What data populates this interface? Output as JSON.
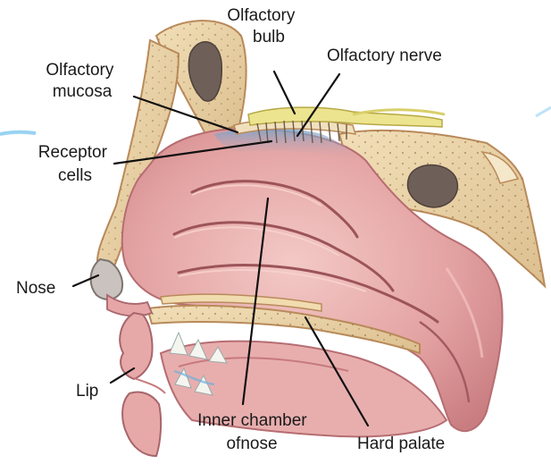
{
  "labels": {
    "olfactory_bulb": [
      "Olfactory",
      "bulb"
    ],
    "olfactory_nerve": "Olfactory nerve",
    "olfactory_mucosa": [
      "Olfactory",
      "mucosa"
    ],
    "receptor_cells": [
      "Receptor",
      "cells"
    ],
    "nose": "Nose",
    "lip": "Lip",
    "inner_chamber": [
      "Inner chamber",
      "ofnose"
    ],
    "hard_palate": "Hard palate"
  },
  "colors": {
    "bone": "#ead2a6",
    "bone_edge": "#b98a5a",
    "bone_spots": "#8a6a45",
    "tissue": "#e3a2a2",
    "tissue_dark": "#c77a7d",
    "tissue_light": "#f2c4c2",
    "nerve": "#e8df86",
    "mucosa": "#8fb8d8",
    "label_text": "#1a1a1a",
    "accent_blue": "#5ab0e0"
  }
}
